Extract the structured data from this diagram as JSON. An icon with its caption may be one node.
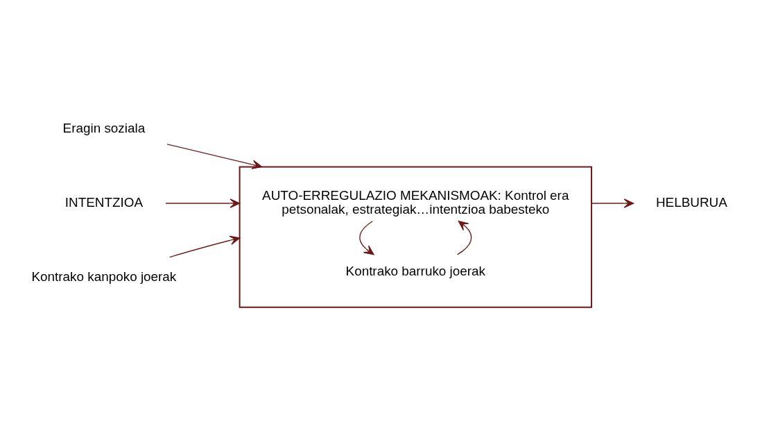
{
  "diagram": {
    "nodes": [
      {
        "text": [
          "Eragin soziala"
        ]
      },
      {
        "text": [],
        "shape": "box"
      },
      {
        "text": [
          "AUTO-ERREGULAZIO MEKANISMOAK: Kontrol era petsonalak, estrategiak…intentzioa babesteko"
        ],
        "in": 1
      },
      {
        "text": [
          "Kontrako barruko joerak"
        ],
        "in": 1
      },
      {
        "text": [
          "INTENTZIOA"
        ]
      },
      {
        "text": [
          "HELBURUA"
        ]
      },
      {
        "text": [
          "Kontrako kanpoko joerak"
        ]
      }
    ],
    "edges": [
      {
        "from": 0,
        "to": 1,
        "arrow": "to"
      },
      {
        "from": 4,
        "to": 1,
        "arrow": "to"
      },
      {
        "from": 1,
        "to": 5,
        "arrow": "to"
      },
      {
        "from": 6,
        "to": 1,
        "arrow": "to"
      },
      {
        "from": 3,
        "to": 2,
        "arrow": "to"
      },
      {
        "from": 2,
        "to": 3,
        "arrow": "to"
      }
    ]
  }
}
